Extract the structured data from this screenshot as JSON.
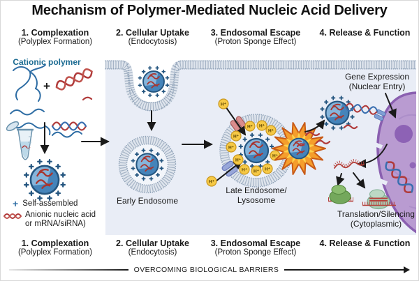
{
  "title": "Mechanism of Polymer-Mediated Nucleic Acid Delivery",
  "steps": [
    {
      "label": "1. Complexation",
      "sublabel": "(Polyplex Formation)"
    },
    {
      "label": "2. Cellular Uptake",
      "sublabel": "(Endocytosis)"
    },
    {
      "label": "3. Endosomal Escape",
      "sublabel": "(Proton Sponge Effect)"
    },
    {
      "label": "4. Release & Function",
      "sublabel": ""
    }
  ],
  "left_panel": {
    "cationic_polymer_label": "Cationic polymer",
    "plus_sign": "+",
    "legend_self_assembled": "Self-assembled",
    "legend_anionic_line1": "Anionic nucleic acid",
    "legend_anionic_line2": "or mRNA/siRNA)"
  },
  "cell": {
    "early_endosome_label": "Early Endosome",
    "late_endosome_line1": "Late Endosome/",
    "late_endosome_line2": "Lysosome",
    "gene_expression_line1": "Gene Expression",
    "gene_expression_line2": "(Nuclear Entry)",
    "translation_line1": "Translation/Silencing",
    "translation_line2": "(Cytoplasmic)",
    "hplus_label": "H⁺"
  },
  "footer": {
    "barrier_arrow_label": "OVERCOMING BIOLOGICAL BARRIERS"
  },
  "colors": {
    "cationic_label_teal": "#1c6b92",
    "polymer_blue": "#2e6da4",
    "polyplex_core_blue": "#4584ba",
    "nucleic_red": "#b03a3a",
    "membrane_gray": "#a6b4c6",
    "cytoplasm_bg": "#e9edf6",
    "hplus_yellow": "#f6c945",
    "nucleus_purple": "#b99bd1",
    "ribosome_green": "#74a85c",
    "burst_orange": "#f59e2c",
    "text_black": "#1a1a1a"
  }
}
